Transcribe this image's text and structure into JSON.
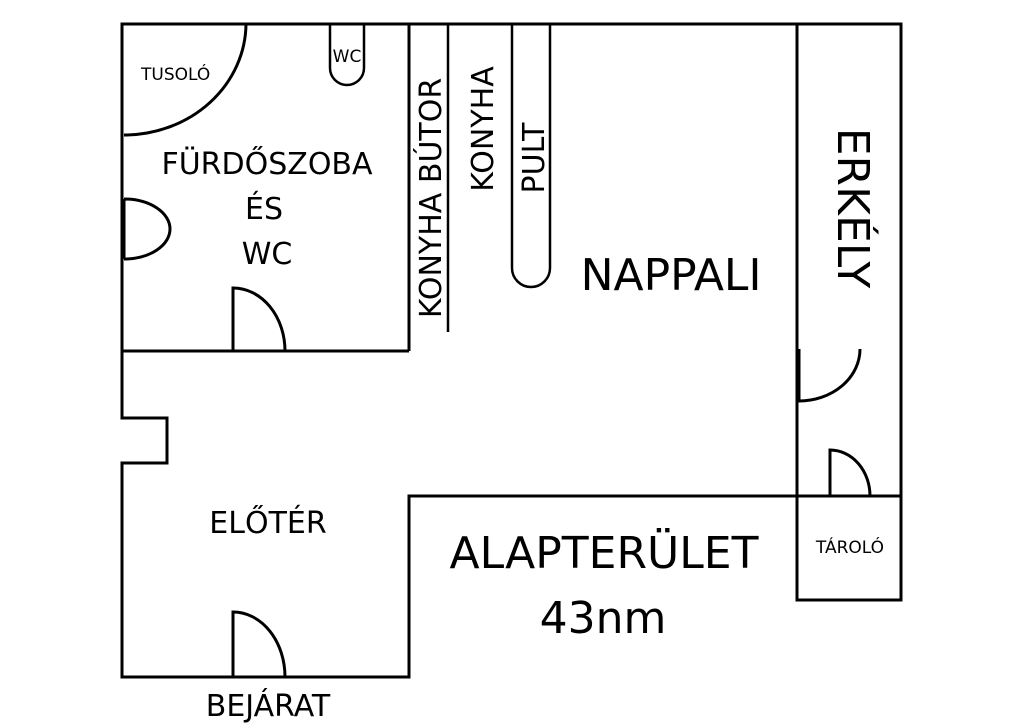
{
  "floorplan": {
    "rooms": {
      "shower": "TUSOLÓ",
      "toilet": "WC",
      "bathroom_line1": "FÜRDŐSZOBA",
      "bathroom_line2": "ÉS",
      "bathroom_line3": "WC",
      "kitchen_furniture": "KONYHA BÚTOR",
      "kitchen": "KONYHA",
      "counter": "PULT",
      "living_room": "NAPPALI",
      "balcony": "ERKÉLY",
      "hallway": "ELŐTÉR",
      "storage": "TÁROLÓ",
      "entrance": "BEJÁRAT"
    },
    "floor_area_label": "ALAPTERÜLET",
    "floor_area_value": "43nm"
  }
}
